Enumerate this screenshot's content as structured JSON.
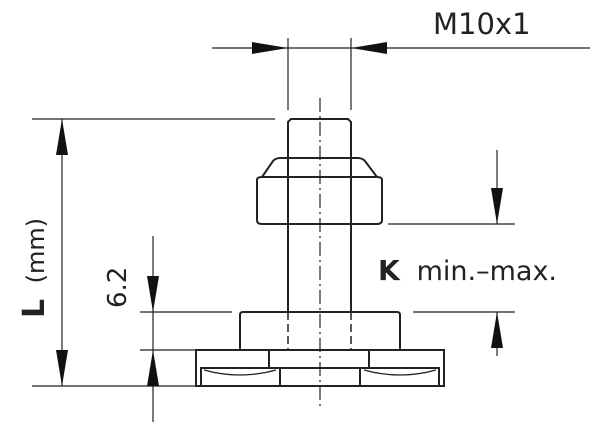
{
  "labels": {
    "thread": "M10x1",
    "k_letter": "K",
    "k_range": "min.–max.",
    "length_letter": "L",
    "length_unit": "(mm)",
    "base_height": "6.2"
  }
}
